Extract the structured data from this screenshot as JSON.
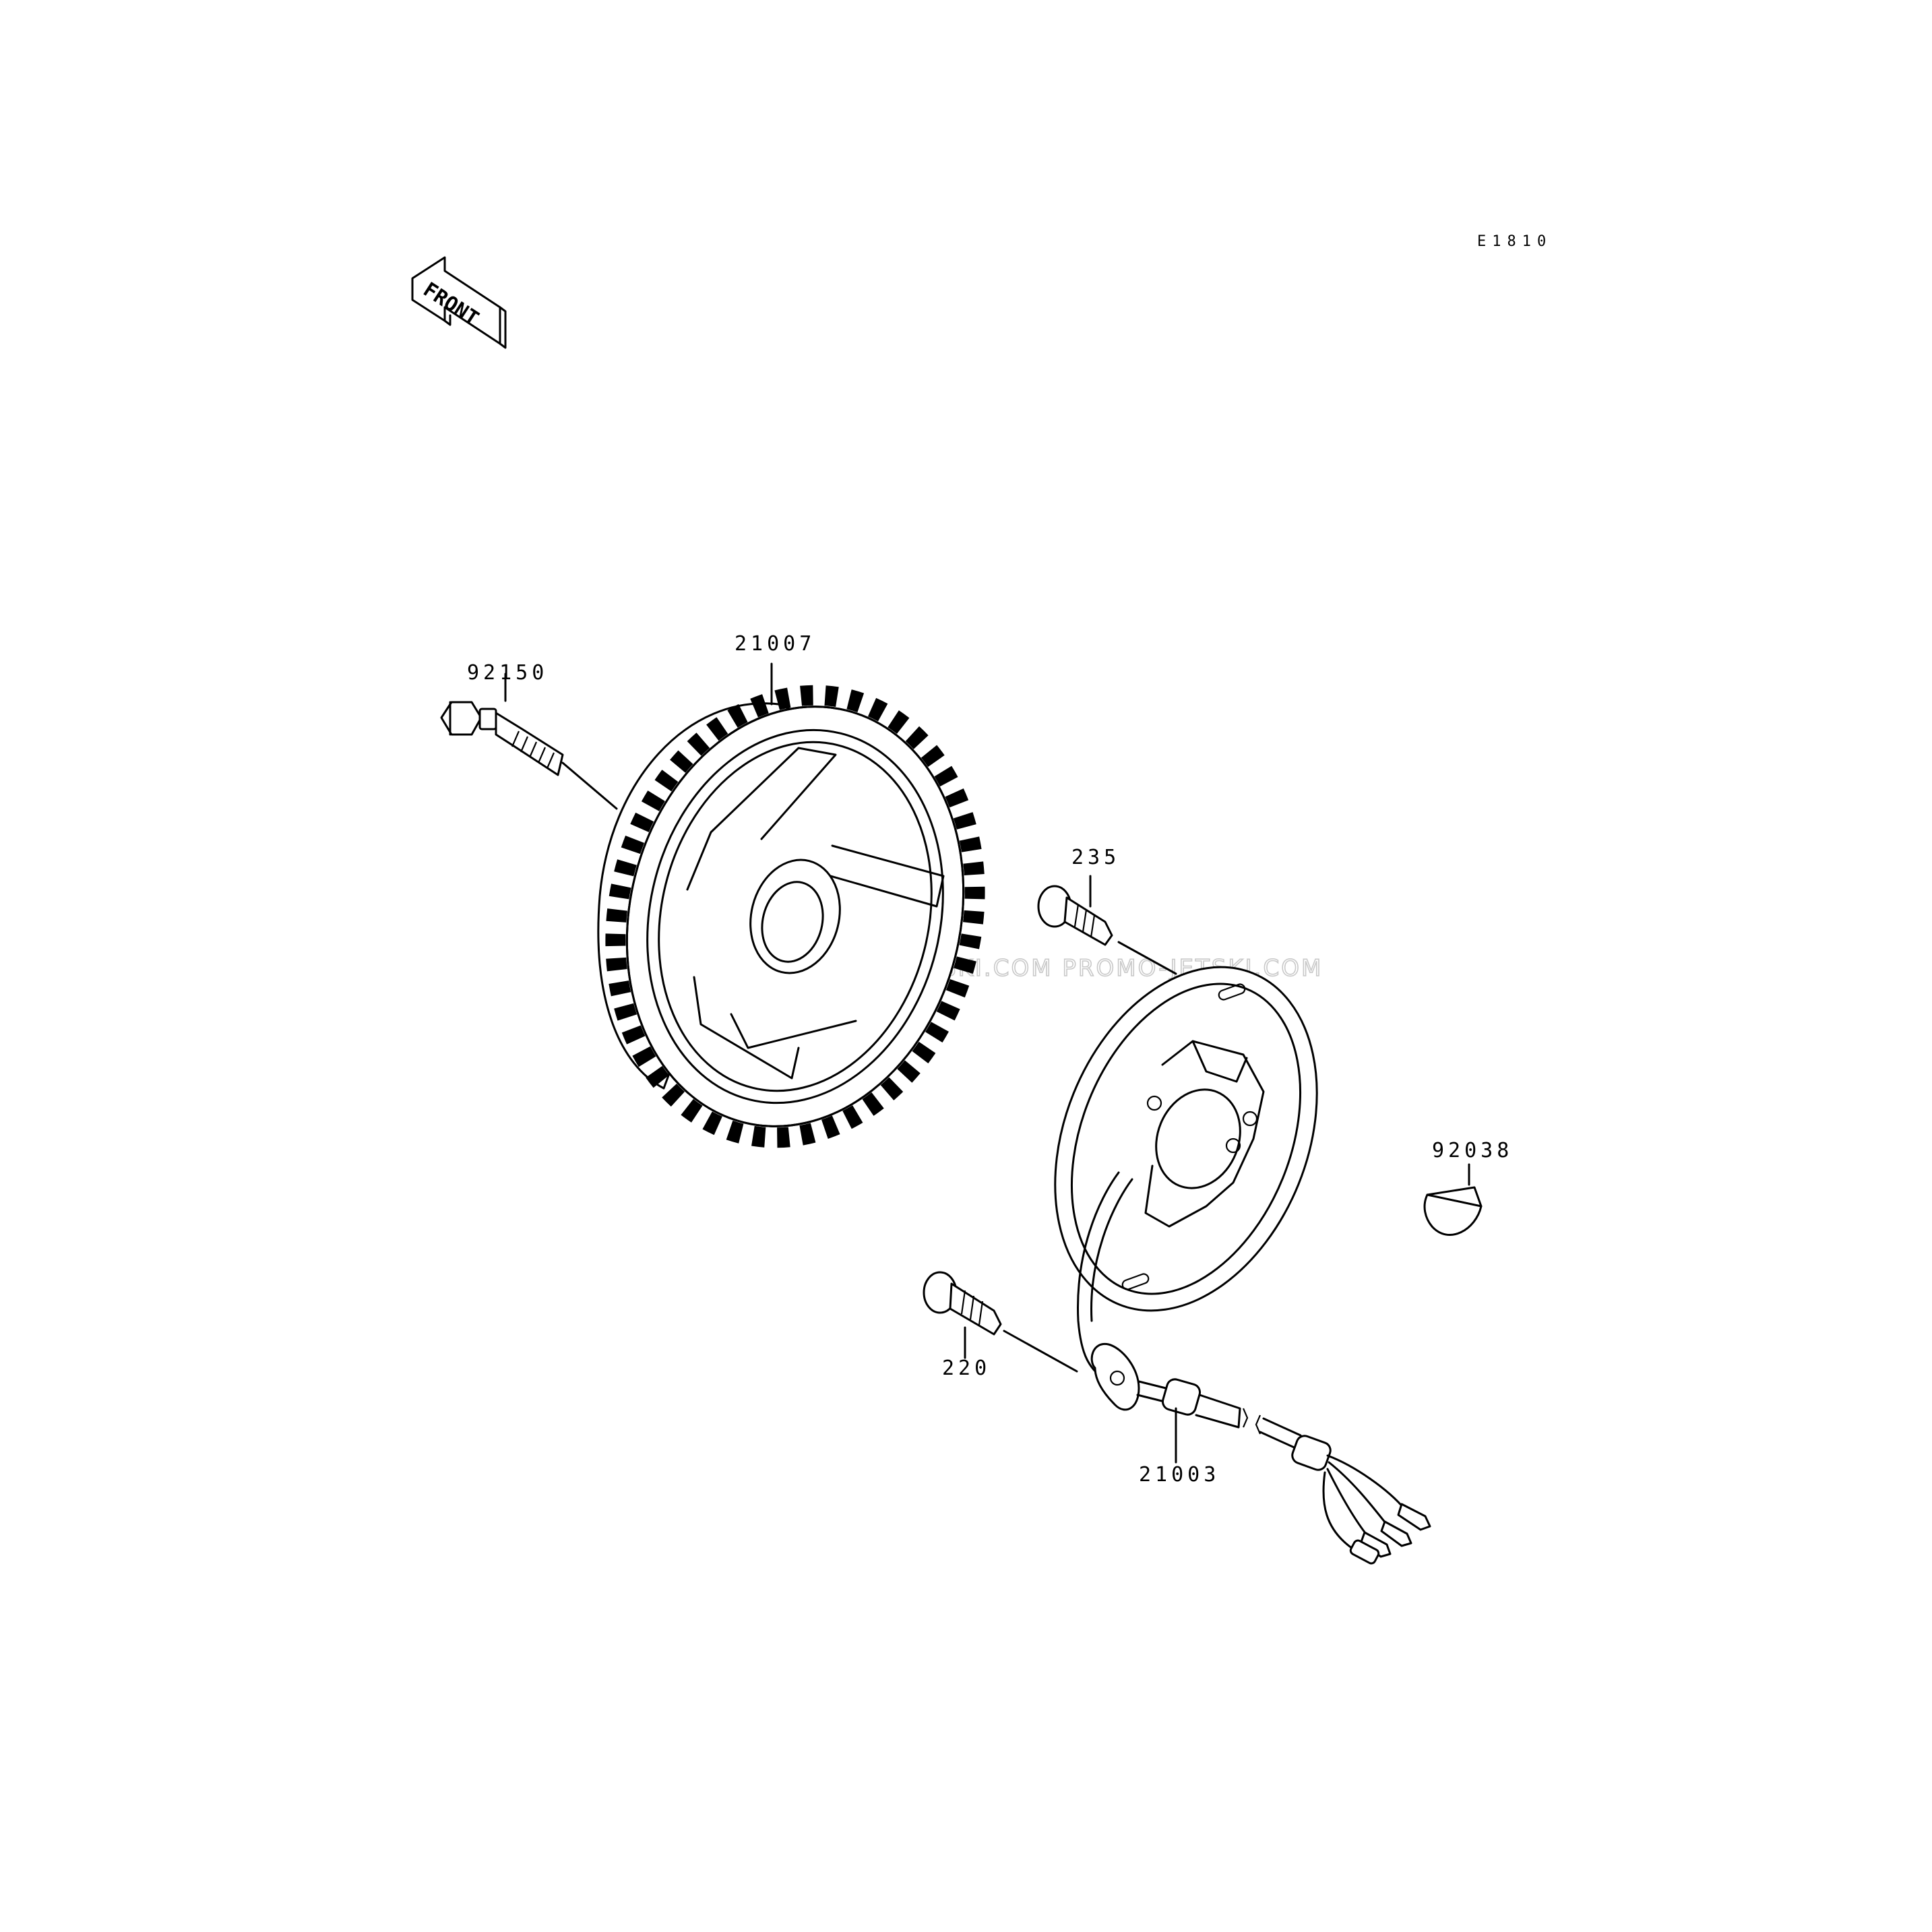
{
  "diagram": {
    "code": "E1810",
    "front_arrow_text": "FRONT",
    "watermark": "JETSKI.COM  PROMO-JETSKI.COM  PROMO-JETSKI.COM",
    "labels": {
      "bolt_top": "92150",
      "flywheel": "21007",
      "screw_plate": "235",
      "key": "92038",
      "screw_grommet": "220",
      "stator": "21003"
    }
  }
}
